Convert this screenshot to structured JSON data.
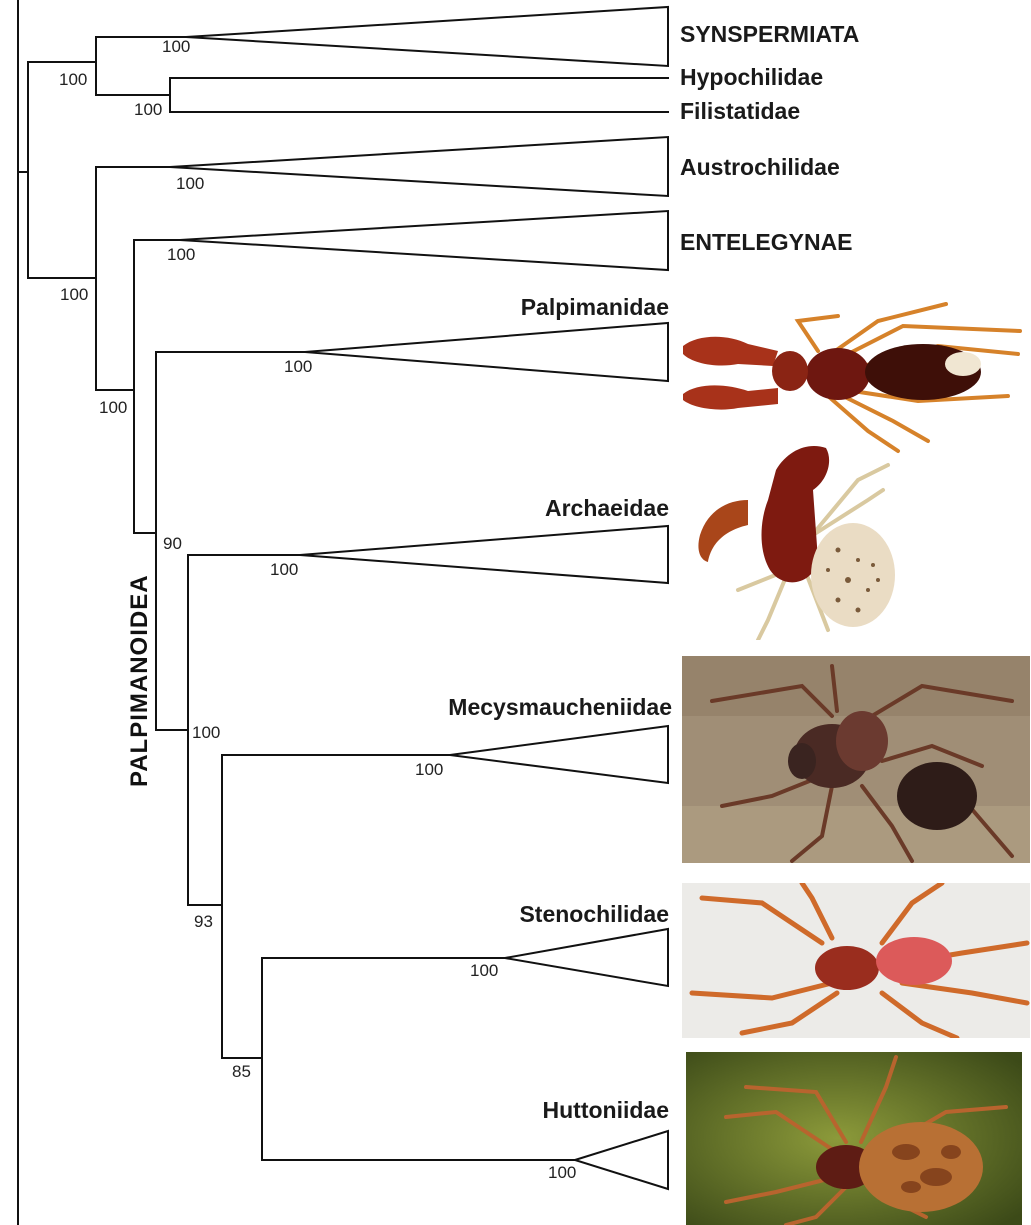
{
  "tips": [
    {
      "id": "synspermiata",
      "label": "SYNSPERMIATA",
      "collapsed": true
    },
    {
      "id": "hypochilidae",
      "label": "Hypochilidae",
      "collapsed": false
    },
    {
      "id": "filistatidae",
      "label": "Filistatidae",
      "collapsed": false
    },
    {
      "id": "austrochilidae",
      "label": "Austrochilidae",
      "collapsed": true
    },
    {
      "id": "entelegynae",
      "label": "ENTELEGYNAE",
      "collapsed": true
    },
    {
      "id": "palpimanidae",
      "label": "Palpimanidae",
      "collapsed": true
    },
    {
      "id": "archaeidae",
      "label": "Archaeidae",
      "collapsed": true
    },
    {
      "id": "mecysmaucheniidae",
      "label": "Mecysmaucheniidae",
      "collapsed": true
    },
    {
      "id": "stenochilidae",
      "label": "Stenochilidae",
      "collapsed": true
    },
    {
      "id": "huttoniidae",
      "label": "Huttoniidae",
      "collapsed": true
    }
  ],
  "support_values": {
    "synspermiata": "100",
    "hypo_fili": "100",
    "root_left": "100",
    "austrochilidae": "100",
    "root_right": "100",
    "entelegynae": "100",
    "entelegynae_palpimanoidea": "100",
    "palpimanidae": "100",
    "palpimanoidea": "90",
    "archaeidae": "100",
    "arch_rest": "100",
    "mecysmaucheniidae": "100",
    "meca_rest": "93",
    "stenochilidae": "100",
    "steno_hutt": "85",
    "huttoniidae": "100"
  },
  "group_label": "PALPIMANOIDEA",
  "photos": [
    {
      "taxon": "Palpimanidae",
      "subject": "spider-photo"
    },
    {
      "taxon": "Archaeidae",
      "subject": "spider-photo"
    },
    {
      "taxon": "Mecysmaucheniidae",
      "subject": "spider-photo"
    },
    {
      "taxon": "Stenochilidae",
      "subject": "spider-photo"
    },
    {
      "taxon": "Huttoniidae",
      "subject": "spider-photo"
    }
  ],
  "colors": {
    "line": "#111111",
    "palpimanid_body": "#7a1e12",
    "archaeid_body": "#7e1a10",
    "mecysmaucheniid_bg": "#9c8a72",
    "stenochilid_body": "#c9481e",
    "huttoniid_bg": "#5b6a26"
  }
}
